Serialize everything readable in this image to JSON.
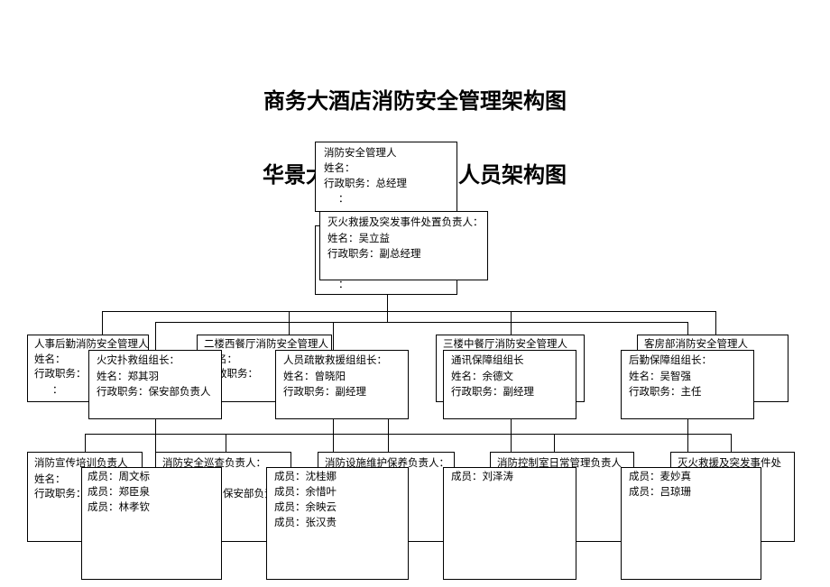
{
  "titles": {
    "main": "商务大酒店消防安全管理架构图",
    "second_left": "华景大",
    "second_right": "人员架构图"
  },
  "top_manager": [
    "消防安全管理人",
    "姓名：",
    "行政职务：总经理",
    "："
  ],
  "top_lower": [
    "："
  ],
  "rescue_leader": [
    "灭火救援及突发事件处置负责人：",
    "姓名：吴立益",
    "行政职务：副总经理"
  ],
  "dept_managers": [
    [
      "人事后勤消防安全管理人",
      "姓名：",
      "行政职务：",
      "："
    ],
    [
      "二楼西餐厅消防安全管理人",
      "名：",
      "政职务："
    ],
    [
      "三楼中餐厅消防安全管理人"
    ],
    [
      "客房部消防安全管理人"
    ]
  ],
  "group_leaders": [
    [
      "火灾扑救组组长：",
      "姓名：郑其羽",
      "行政职务：保安部负责人"
    ],
    [
      "人员疏散救援组组长：",
      "姓名：曾晓阳",
      "行政职务：副经理"
    ],
    [
      "通讯保障组组长",
      "姓名：余德文",
      "行政职务：副经理"
    ],
    [
      "后勤保障组组长：",
      "姓名：吴智强",
      "行政职务：主任"
    ]
  ],
  "duty_heads": [
    [
      "消防宣传培训负责人",
      "姓名：",
      "行政职务："
    ],
    [
      "消防安全巡查负责人：",
      "保安部负责"
    ],
    [
      "消防设施维护保养负责人："
    ],
    [
      "消防控制室日常管理负责人"
    ],
    [
      "灭火救援及突发事件处"
    ]
  ],
  "group_members": [
    [
      "成员：周文标",
      "成员：郑臣泉",
      "成员：林孝钦"
    ],
    [
      "成员：沈桂娜",
      "成员：余惜叶",
      "成员：余映云",
      "成员：张汉贵"
    ],
    [
      "成员：刘泽涛"
    ],
    [
      "成员：麦妙真",
      "成员：吕琼珊"
    ]
  ]
}
